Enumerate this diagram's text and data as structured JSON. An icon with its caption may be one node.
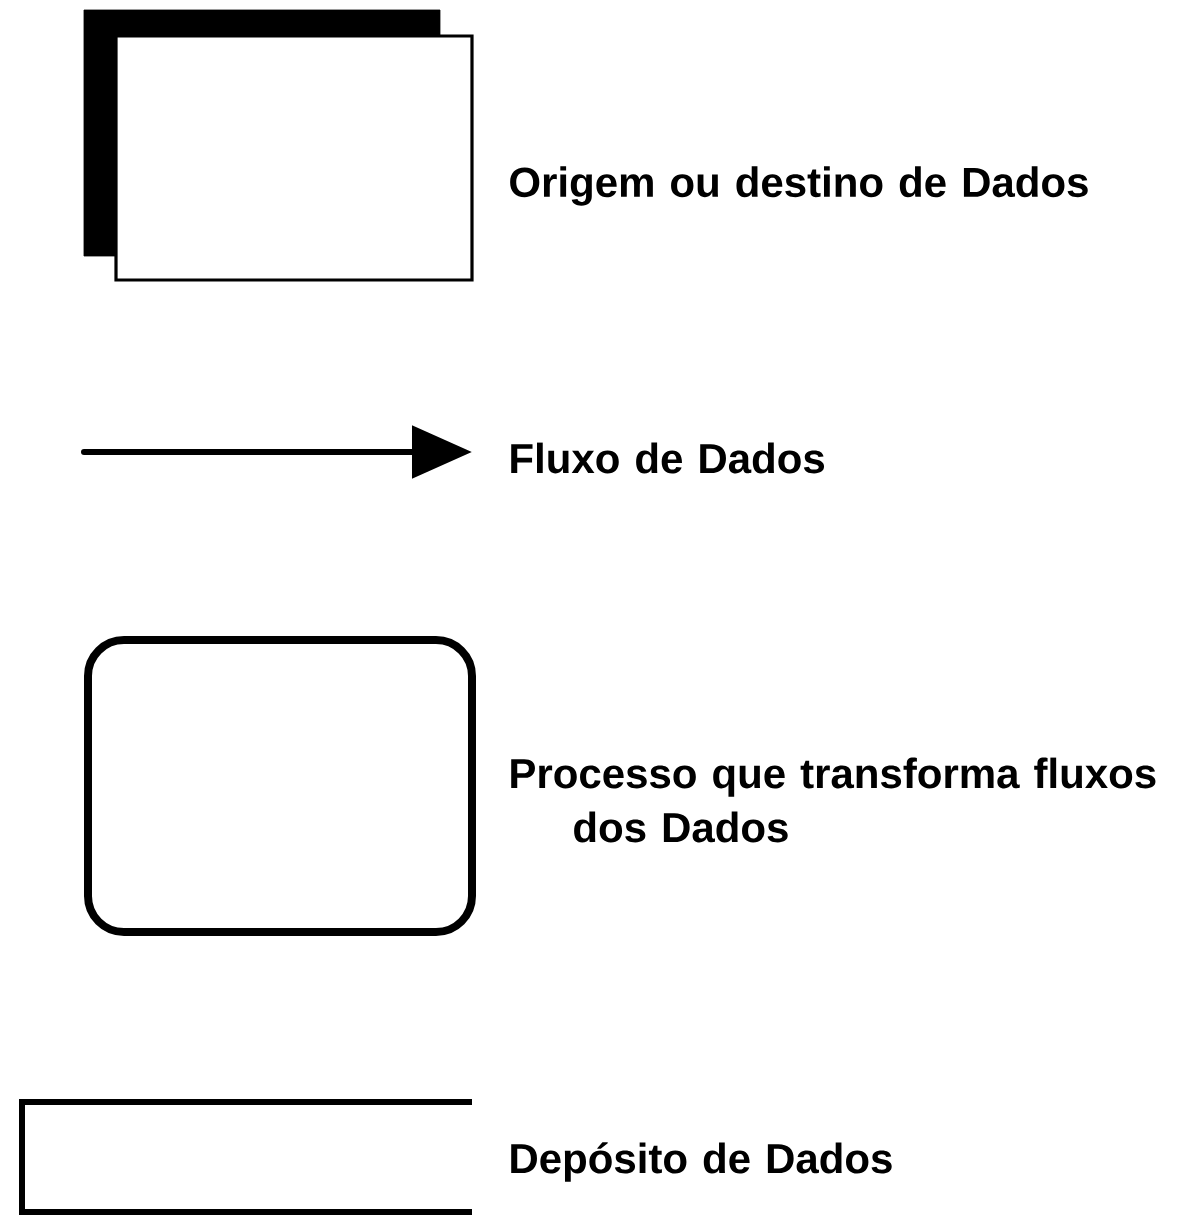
{
  "diagram": {
    "nodes": [
      {
        "text": [],
        "shape": "box",
        "beside": [
          "Origem ou destino de Dados"
        ]
      },
      {
        "text": [],
        "shape": "arrow",
        "beside": [
          "Fluxo de Dados"
        ]
      },
      {
        "text": [],
        "shape": "box",
        "beside": [
          "Processo que transforma fluxos dos Dados"
        ]
      },
      {
        "text": [],
        "shape": "box",
        "beside": [
          "Depósito de Dados"
        ]
      }
    ]
  }
}
